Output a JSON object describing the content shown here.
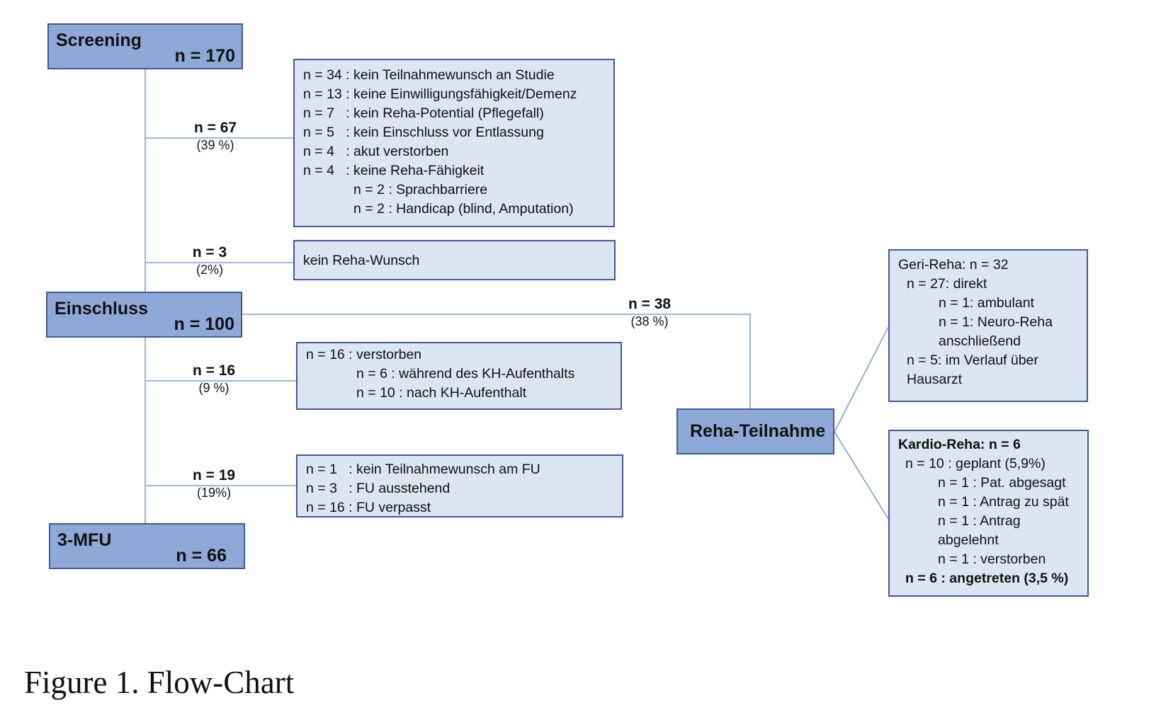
{
  "nodes": {
    "screening": {
      "title": "Screening",
      "n": "n = 170"
    },
    "einschluss": {
      "title": "Einschluss",
      "n": "n = 100"
    },
    "mfu": {
      "title": "3-MFU",
      "n": "n = 66"
    },
    "reha": {
      "title": "Reha-Teilnahme"
    }
  },
  "edges": {
    "excl1": {
      "n": "n = 67",
      "pct": "(39 %)"
    },
    "excl2": {
      "n": "n = 3",
      "pct": "(2%)"
    },
    "excl3": {
      "n": "n = 16",
      "pct": "(9 %)"
    },
    "excl4": {
      "n": "n = 19",
      "pct": "(19%)"
    },
    "reha": {
      "n": "n = 38",
      "pct": "(38 %)"
    }
  },
  "notes": {
    "excl1": [
      "n = 34 : kein Teilnahmewunsch an Studie",
      "n = 13 : keine Einwilligungsfähigkeit/Demenz",
      "n = 7   : kein Reha-Potential (Pflegefall)",
      "n = 5   : kein Einschluss vor Entlassung",
      "n = 4   : akut verstorben",
      "n = 4   : keine Reha-Fähigkeit",
      "n = 2 : Sprachbarriere",
      "n = 2 : Handicap (blind, Amputation)"
    ],
    "excl2": [
      "kein Reha-Wunsch"
    ],
    "excl3": [
      "n = 16 : verstorben",
      "n = 6 : während des KH-Aufenthalts",
      "n = 10 : nach KH-Aufenthalt"
    ],
    "excl4": [
      "n = 1   : kein Teilnahmewunsch am FU",
      "n = 3   : FU ausstehend",
      "n = 16 : FU verpasst"
    ],
    "geri": [
      "Geri-Reha: n = 32",
      "n = 27: direkt",
      "n = 1: ambulant",
      "n = 1: Neuro-Reha",
      "anschließend",
      "n = 5: im Verlauf über",
      "Hausarzt"
    ],
    "kardio": [
      "Kardio-Reha: n = 6",
      "n = 10 : geplant (5,9%)",
      "n = 1 : Pat. abgesagt",
      "n = 1 : Antrag zu spät",
      "n = 1 : Antrag",
      "abgelehnt",
      "n = 1 : verstorben",
      "n = 6 : angetreten (3,5 %)"
    ]
  },
  "caption": "Figure 1. Flow-Chart",
  "colors": {
    "box_fill": "#8ea9d8",
    "note_fill": "#dce5f2",
    "border": "#3f5a97",
    "line": "#7b9fcf"
  }
}
